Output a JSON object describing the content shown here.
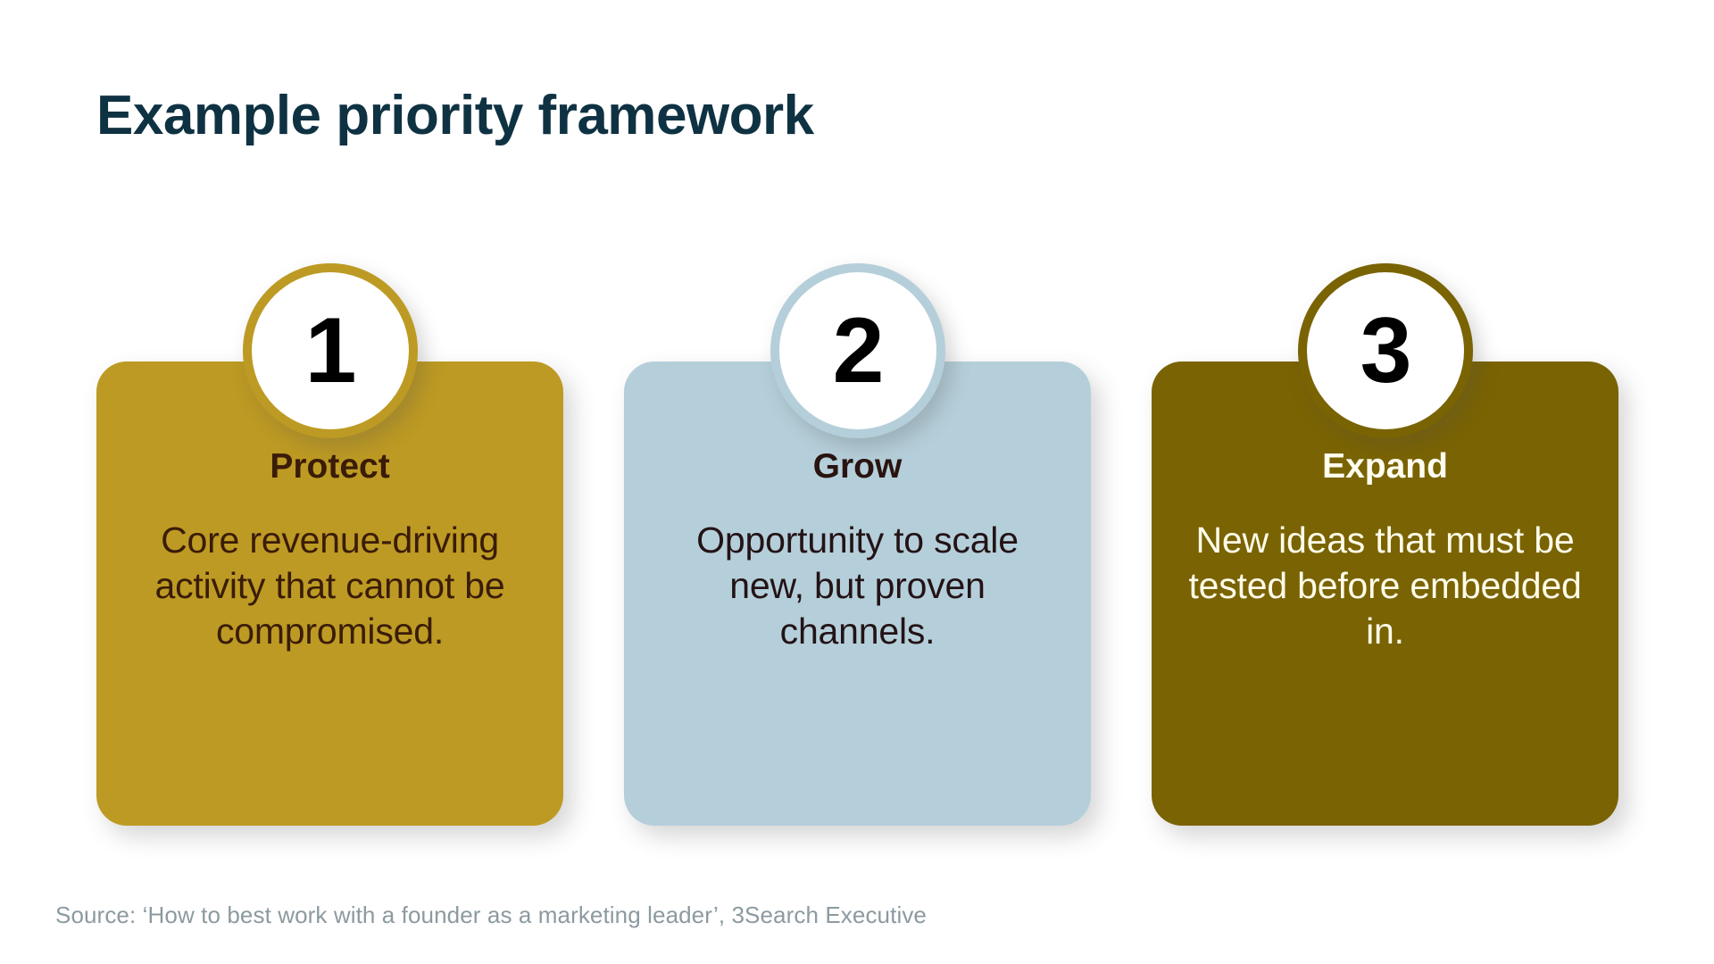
{
  "page": {
    "title": "Example priority framework",
    "background": "#ffffff",
    "title_color": "#0f3243"
  },
  "cards": [
    {
      "number": "1",
      "title": "Protect",
      "body": "Core revenue-driving activity that cannot be compromised.",
      "bg_color": "#bd9a23",
      "ring_color": "#bd9a23",
      "title_color": "#3a1c08",
      "body_color": "#3a1c08"
    },
    {
      "number": "2",
      "title": "Grow",
      "body": "Opportunity to scale new, but proven channels.",
      "bg_color": "#b5cfda",
      "ring_color": "#b5cfda",
      "title_color": "#2a1410",
      "body_color": "#231316"
    },
    {
      "number": "3",
      "title": "Expand",
      "body": "New ideas that must be tested before embedded in.",
      "bg_color": "#7a6303",
      "ring_color": "#7a6303",
      "title_color": "#fffdf0",
      "body_color": "#fffcea"
    }
  ],
  "footer": {
    "source": "Source: ‘How to best work with a founder as a marketing leader’, 3Search Executive",
    "source_color": "#8c9aa0"
  }
}
